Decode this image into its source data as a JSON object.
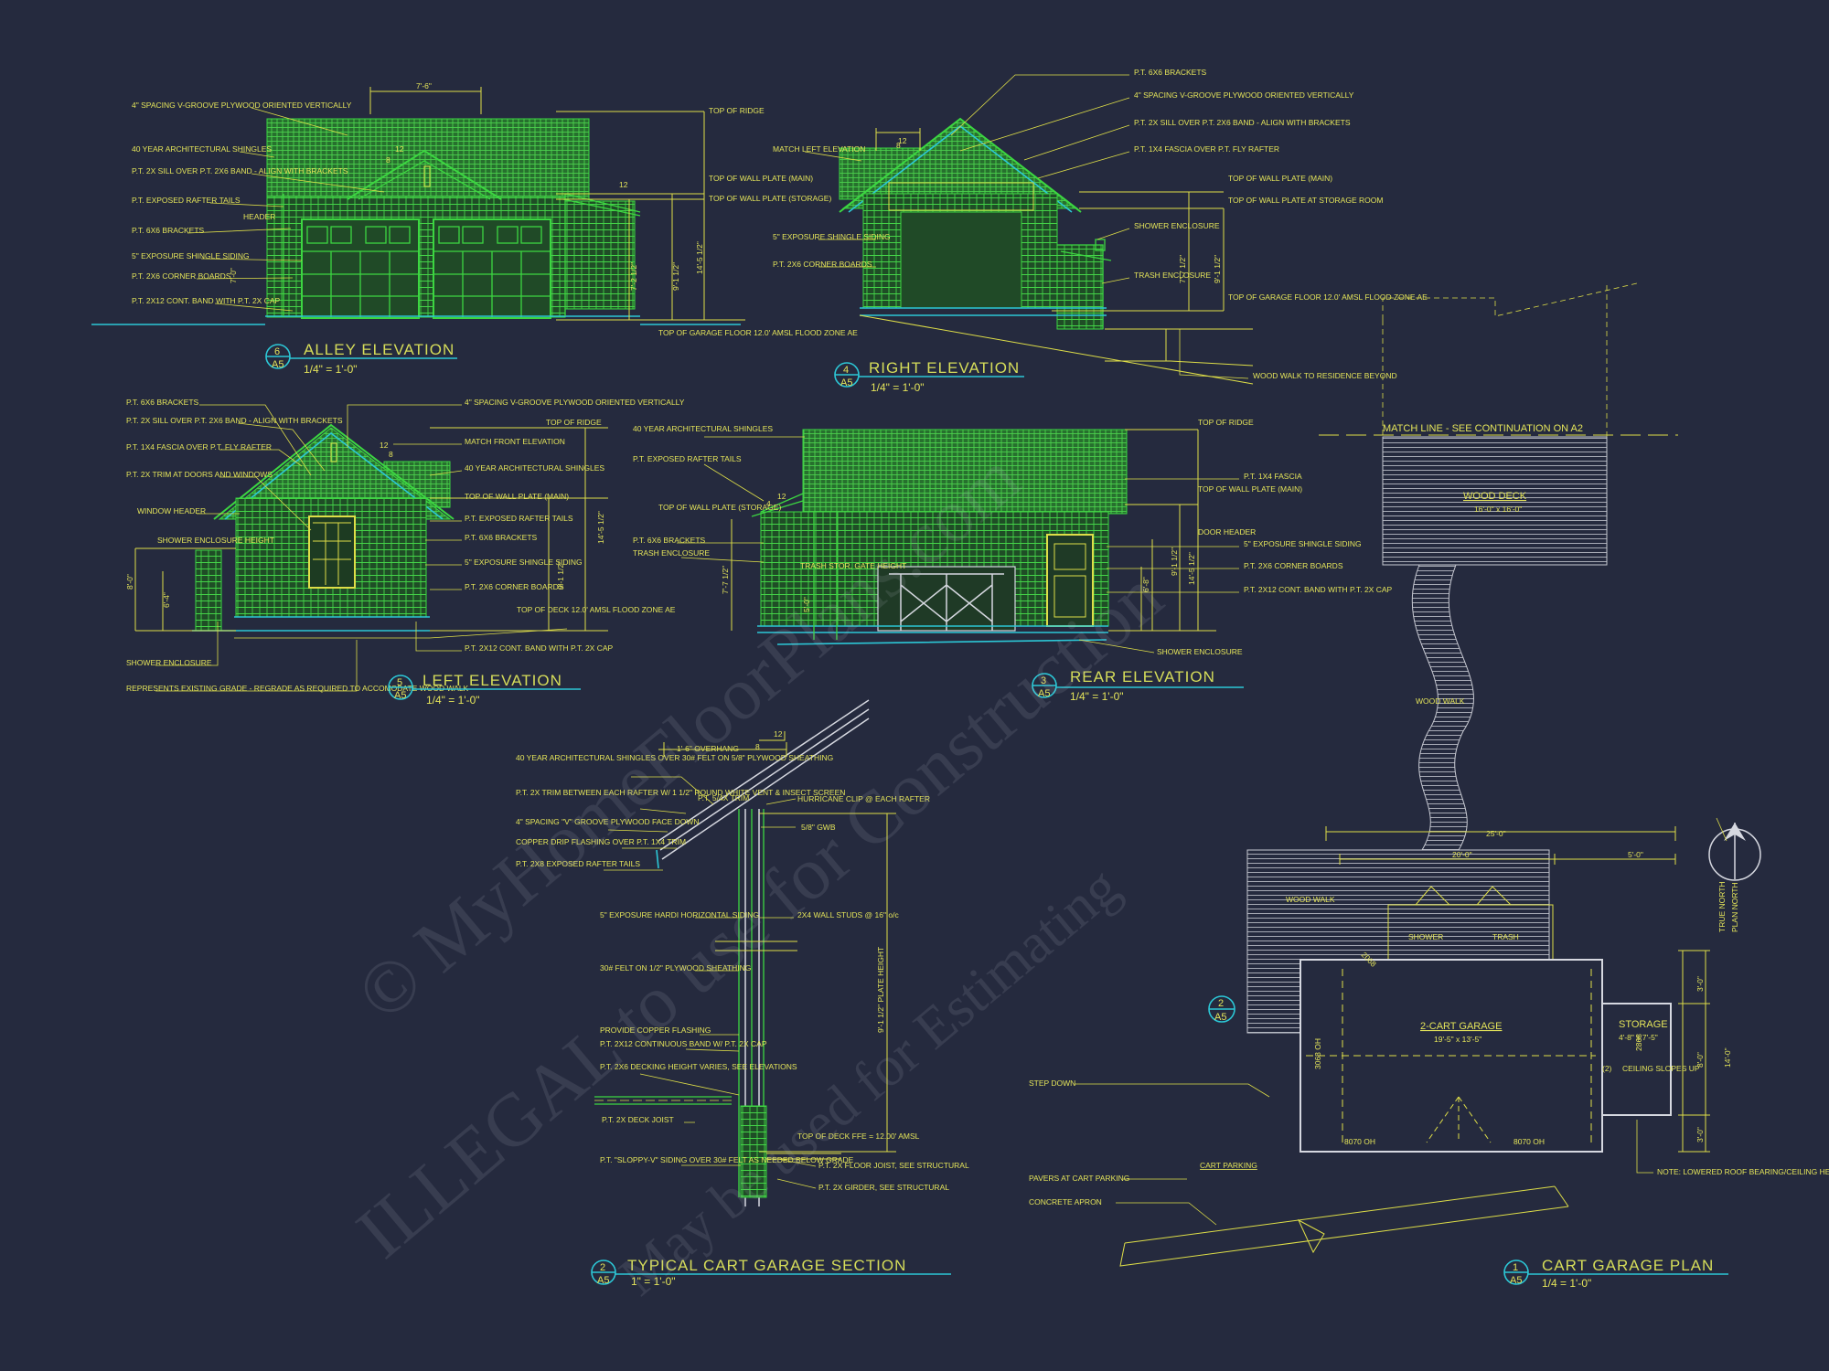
{
  "watermark": {
    "line1": "© MyHomeFloorPlans.com",
    "line2": "ILLEGAL to use for Construction",
    "line3": "May be used for Estimating"
  },
  "alley": {
    "title": "ALLEY ELEVATION",
    "num": "6",
    "sheet": "A5",
    "scale": "1/4\" = 1'-0\"",
    "dim_top": "7'-6\"",
    "pitch_rise": "12",
    "pitch_run": "8",
    "notes": [
      "4\" SPACING V-GROOVE PLYWOOD ORIENTED VERTICALLY",
      "40 YEAR ARCHITECTURAL SHINGLES",
      "P.T. 2X SILL OVER P.T. 2X6 BAND - ALIGN WITH BRACKETS",
      "P.T. EXPOSED RAFTER TAILS",
      "HEADER",
      "P.T. 6X6 BRACKETS",
      "5\" EXPOSURE SHINGLE SIDING",
      "P.T. 2X6 CORNER BOARDS",
      "P.T. 2X12 CONT. BAND WITH P.T. 2X CAP"
    ],
    "levels": [
      "TOP OF RIDGE",
      "TOP OF WALL PLATE (MAIN)",
      "TOP OF WALL PLATE (STORAGE)",
      "TOP OF GARAGE FLOOR 12.0' AMSL FLOOD ZONE AE"
    ],
    "dims": [
      "7'-0\"",
      "7'-2 1/2\"",
      "9'-1 1/2\"",
      "14'-5 1/2\""
    ]
  },
  "right": {
    "title": "RIGHT ELEVATION",
    "num": "4",
    "sheet": "A5",
    "scale": "1/4\" = 1'-0\"",
    "pitch_rise": "12",
    "pitch_run": "8",
    "notes": [
      "P.T. 6X6 BRACKETS",
      "4\" SPACING V-GROOVE PLYWOOD ORIENTED VERTICALLY",
      "P.T. 2X SILL OVER P.T. 2X6 BAND - ALIGN WITH BRACKETS",
      "P.T. 1X4 FASCIA OVER P.T. FLY RAFTER",
      "MATCH LEFT ELEVATION",
      "5\" EXPOSURE SHINGLE SIDING",
      "P.T. 2X6 CORNER BOARDS",
      "SHOWER ENCLOSURE",
      "TRASH ENCLOSURE",
      "WOOD WALK TO RESIDENCE BEYOND"
    ],
    "levels": [
      "TOP OF WALL PLATE (MAIN)",
      "TOP OF WALL PLATE AT STORAGE ROOM",
      "TOP OF GARAGE FLOOR 12.0' AMSL FLOOD ZONE AE"
    ],
    "dims": [
      "7'-7 1/2\"",
      "9'-1 1/2\""
    ]
  },
  "left": {
    "title": "LEFT ELEVATION",
    "num": "5",
    "sheet": "A5",
    "scale": "1/4\" = 1'-0\"",
    "pitch_rise": "12",
    "pitch_run": "8",
    "notes": [
      "P.T. 6X6 BRACKETS",
      "P.T. 2X SILL OVER P.T. 2X6 BAND - ALIGN WITH BRACKETS",
      "P.T. 1X4 FASCIA OVER P.T. FLY RAFTER",
      "P.T. 2X TRIM AT DOORS AND WINDOWS",
      "WINDOW HEADER",
      "SHOWER ENCLOSURE HEIGHT",
      "4\" SPACING V-GROOVE PLYWOOD ORIENTED VERTICALLY",
      "MATCH FRONT ELEVATION",
      "40 YEAR ARCHITECTURAL SHINGLES",
      "TOP OF WALL PLATE (MAIN)",
      "P.T. EXPOSED RAFTER TAILS",
      "P.T. 6X6 BRACKETS",
      "5\" EXPOSURE SHINGLE SIDING",
      "P.T. 2X6 CORNER BOARDS",
      "TOP OF DECK 12.0' AMSL FLOOD ZONE AE",
      "P.T. 2X12 CONT. BAND WITH P.T. 2X CAP",
      "SHOWER ENCLOSURE",
      "REPRESENTS EXISTING GRADE - REGRADE AS REQUIRED TO ACCOMODATE WOOD WALK",
      "TOP OF RIDGE"
    ],
    "dims": [
      "8'-0\"",
      "6'-4\"",
      "9'-1 1/2\"",
      "14'-5 1/2\""
    ]
  },
  "rear": {
    "title": "REAR ELEVATION",
    "num": "3",
    "sheet": "A5",
    "scale": "1/4\" = 1'-0\"",
    "pitch_rise": "12",
    "pitch_run": "4",
    "notes": [
      "40 YEAR ARCHITECTURAL SHINGLES",
      "P.T. EXPOSED RAFTER TAILS",
      "TOP OF WALL PLATE (STORAGE)",
      "P.T. 6X6 BRACKETS",
      "TRASH ENCLOSURE",
      "TRASH STOR. GATE HEIGHT",
      "TOP OF RIDGE",
      "P.T. 1X4 FASCIA",
      "TOP OF WALL PLATE (MAIN)",
      "DOOR HEADER",
      "5\" EXPOSURE SHINGLE SIDING",
      "P.T. 2X6 CORNER BOARDS",
      "P.T. 2X12 CONT. BAND WITH P.T. 2X CAP",
      "SHOWER ENCLOSURE"
    ],
    "dims": [
      "7'-7 1/2\"",
      "5'-0\"",
      "6'-8\"",
      "9'-1 1/2\"",
      "14'-5 1/2\""
    ]
  },
  "section": {
    "title": "TYPICAL CART GARAGE SECTION",
    "num": "2",
    "sheet": "A5",
    "scale": "1\" = 1'-0\"",
    "overhang": "1'-6\" OVERHANG",
    "pitch_rise": "12",
    "pitch_run": "8",
    "plate": "9'-1 1/2\" PLATE HEIGHT",
    "notes": [
      "40 YEAR ARCHITECTURAL SHINGLES OVER 30# FELT ON 5/8\" PLYWOOD SHEATHING",
      "P.T. 2X TRIM BETWEEN EACH RAFTER W/ 1 1/2\" ROUND WHITE VENT & INSECT SCREEN",
      "4\" SPACING \"V\" GROOVE PLYWOOD FACE DOWN",
      "COPPER DRIP FLASHING OVER P.T. 1X4 TRIM",
      "P.T. 2X8 EXPOSED RAFTER TAILS",
      "5\" EXPOSURE HARDI HORIZONTAL SIDING",
      "30# FELT ON 1/2\" PLYWOOD SHEATHING",
      "PROVIDE COPPER FLASHING",
      "P.T. 2X12 CONTINUOUS BAND W/ P.T. 2X CAP",
      "P.T. 2X6 DECKING HEIGHT VARIES, SEE ELEVATIONS",
      "P.T. 2X DECK JOIST",
      "P.T. \"SLOPPY-V\" SIDING OVER 30# FELT AS NEEDED BELOW GRADE",
      "HURRICANE CLIP @ EACH RAFTER",
      "P.T. 5/4X TRIM",
      "5/8\" GWB",
      "2X4 WALL STUDS @ 16\" o/c",
      "TOP OF DECK FFE = 12.00' AMSL",
      "P.T. 2X FLOOR JOIST, SEE STRUCTURAL",
      "P.T. 2X GIRDER, SEE STRUCTURAL"
    ]
  },
  "plan": {
    "title": "CART GARAGE PLAN",
    "num": "1",
    "sheet": "A5",
    "scale": "1/4 = 1'-0\"",
    "match_line": "MATCH LINE - SEE CONTINUATION ON A2",
    "deck_label": "WOOD DECK",
    "deck_size": "16'-0\" x 16'-0\"",
    "walk_label": "WOOD WALK",
    "walk_label2": "WOOD WALK",
    "garage_label": "2-CART GARAGE",
    "garage_size": "19'-5\" x 13'-5\"",
    "storage_label": "STORAGE",
    "storage_size": "4'-8\" x 7'-5\"",
    "ceiling": "CEILING SLOPES UP",
    "shower": "SHOWER",
    "trash": "TRASH",
    "door1": "8070 OH",
    "door2": "8070 OH",
    "door3": "3068 OH",
    "door4": "2868",
    "door5": "(2)",
    "door6": "2068",
    "dim_25": "25'-0\"",
    "dim_20": "20'-0\"",
    "dim_5": "5'-0\"",
    "dim_3a": "3'-0\"",
    "dim_8": "8'-0\"",
    "dim_3b": "3'-0\"",
    "dim_14": "14'-0\"",
    "step": "STEP DOWN",
    "cart_parking": "CART PARKING",
    "pavers": "PAVERS AT CART PARKING",
    "apron": "CONCRETE APRON",
    "note": "NOTE: LOWERED ROOF BEARING/CEILING HEIGHT IN STORAGE - SEE ELEVATIONS THIS PAGE FOR BEARING HEIGHT OF STORAGE ROOM WALLS",
    "north1": "TRUE NORTH",
    "north2": "PLAN NORTH",
    "ref_num": "2",
    "ref_sheet": "A5"
  }
}
